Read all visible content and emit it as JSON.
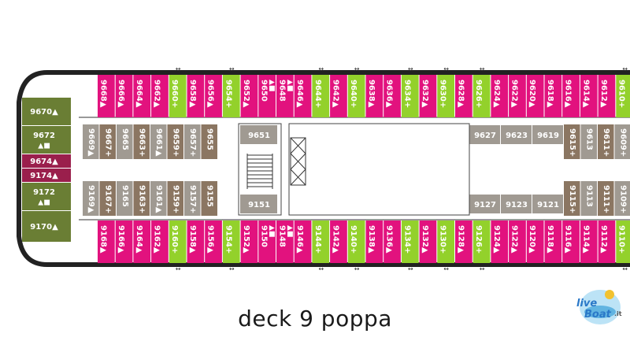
{
  "caption": "deck 9 poppa",
  "logo": {
    "text_live": "live",
    "text_boat": "Boat",
    "text_it": ".it"
  },
  "colors": {
    "pink": "#e2127e",
    "green": "#93d12b",
    "grey": "#a09a92",
    "brown": "#8b7662",
    "olive": "#6a7e34",
    "maroon": "#9a1f4c",
    "hull": "#222222"
  },
  "top_row": [
    {
      "label": "9668▲",
      "color": "pink"
    },
    {
      "label": "9666▲",
      "color": "pink"
    },
    {
      "label": "9664▲",
      "color": "pink"
    },
    {
      "label": "9662▲",
      "color": "pink"
    },
    {
      "label": "9660+",
      "color": "green"
    },
    {
      "label": "9658▲",
      "color": "pink"
    },
    {
      "label": "9656▲",
      "color": "pink"
    },
    {
      "label": "9654+",
      "color": "green"
    },
    {
      "label": "9652▲",
      "color": "pink"
    },
    {
      "label": "9650 ▲■",
      "color": "pink",
      "wide": true
    },
    {
      "label": "9648 ▲■",
      "color": "pink",
      "wide": true
    },
    {
      "label": "9646▲",
      "color": "pink"
    },
    {
      "label": "9644+",
      "color": "green"
    },
    {
      "label": "9642▲",
      "color": "pink"
    },
    {
      "label": "9640+",
      "color": "green"
    },
    {
      "label": "9638▲",
      "color": "pink"
    },
    {
      "label": "9636▲",
      "color": "pink"
    },
    {
      "label": "9634+",
      "color": "green"
    },
    {
      "label": "9632▲",
      "color": "pink"
    },
    {
      "label": "9630+",
      "color": "green"
    },
    {
      "label": "9628▲",
      "color": "pink"
    },
    {
      "label": "9626+",
      "color": "green"
    },
    {
      "label": "9624▲",
      "color": "pink"
    },
    {
      "label": "9622▲",
      "color": "pink"
    },
    {
      "label": "9620▲",
      "color": "pink"
    },
    {
      "label": "9618▲",
      "color": "pink"
    },
    {
      "label": "9616▲",
      "color": "pink"
    },
    {
      "label": "9614▲",
      "color": "pink"
    },
    {
      "label": "9612▲",
      "color": "pink"
    },
    {
      "label": "9610+",
      "color": "green"
    }
  ],
  "bottom_row": [
    {
      "label": "9168▲",
      "color": "pink"
    },
    {
      "label": "9166▲",
      "color": "pink"
    },
    {
      "label": "9164▲",
      "color": "pink"
    },
    {
      "label": "9162▲",
      "color": "pink"
    },
    {
      "label": "9160+",
      "color": "green"
    },
    {
      "label": "9158▲",
      "color": "pink"
    },
    {
      "label": "9156▲",
      "color": "pink"
    },
    {
      "label": "9154+",
      "color": "green"
    },
    {
      "label": "9152▲",
      "color": "pink"
    },
    {
      "label": "9150 ▲■",
      "color": "pink",
      "wide": true
    },
    {
      "label": "9148 ▲■",
      "color": "pink",
      "wide": true
    },
    {
      "label": "9146▲",
      "color": "pink"
    },
    {
      "label": "9144+",
      "color": "green"
    },
    {
      "label": "9142▲",
      "color": "pink"
    },
    {
      "label": "9140+",
      "color": "green"
    },
    {
      "label": "9138▲",
      "color": "pink"
    },
    {
      "label": "9136▲",
      "color": "pink"
    },
    {
      "label": "9134+",
      "color": "green"
    },
    {
      "label": "9132▲",
      "color": "pink"
    },
    {
      "label": "9130+",
      "color": "green"
    },
    {
      "label": "9128▲",
      "color": "pink"
    },
    {
      "label": "9126+",
      "color": "green"
    },
    {
      "label": "9124▲",
      "color": "pink"
    },
    {
      "label": "9122▲",
      "color": "pink"
    },
    {
      "label": "9120▲",
      "color": "pink"
    },
    {
      "label": "9118▲",
      "color": "pink"
    },
    {
      "label": "9116▲",
      "color": "pink"
    },
    {
      "label": "9114▲",
      "color": "pink"
    },
    {
      "label": "9112▲",
      "color": "pink"
    },
    {
      "label": "9110+",
      "color": "green"
    }
  ],
  "inner_top_left": [
    {
      "label": "9669▲",
      "color": "grey"
    },
    {
      "label": "9667+",
      "color": "brown"
    },
    {
      "label": "9665",
      "color": "grey"
    },
    {
      "label": "9663+",
      "color": "brown"
    },
    {
      "label": "9661▲",
      "color": "grey"
    },
    {
      "label": "9659+",
      "color": "brown"
    },
    {
      "label": "9657+",
      "color": "grey"
    },
    {
      "label": "9655",
      "color": "brown"
    }
  ],
  "inner_bottom_left": [
    {
      "label": "9169▲",
      "color": "grey"
    },
    {
      "label": "9167+",
      "color": "brown"
    },
    {
      "label": "9165",
      "color": "grey"
    },
    {
      "label": "9163+",
      "color": "brown"
    },
    {
      "label": "9161▲",
      "color": "grey"
    },
    {
      "label": "9159+",
      "color": "brown"
    },
    {
      "label": "9157+",
      "color": "grey"
    },
    {
      "label": "9155",
      "color": "brown"
    }
  ],
  "inner_top_right": [
    {
      "label": "9615+",
      "color": "brown"
    },
    {
      "label": "9613",
      "color": "grey"
    },
    {
      "label": "9611+",
      "color": "brown"
    },
    {
      "label": "9609+",
      "color": "grey"
    }
  ],
  "inner_bottom_right": [
    {
      "label": "9115+",
      "color": "brown"
    },
    {
      "label": "9113",
      "color": "grey"
    },
    {
      "label": "9111+",
      "color": "brown"
    },
    {
      "label": "9109+",
      "color": "grey"
    }
  ],
  "inner_horizontal": [
    {
      "label": "9651",
      "color": "grey"
    },
    {
      "label": "9151",
      "color": "grey"
    },
    {
      "label": "9627",
      "color": "grey"
    },
    {
      "label": "9623",
      "color": "grey"
    },
    {
      "label": "9619",
      "color": "grey"
    },
    {
      "label": "9127",
      "color": "grey"
    },
    {
      "label": "9123",
      "color": "grey"
    },
    {
      "label": "9121",
      "color": "grey"
    }
  ],
  "stern_cabins": [
    {
      "label": "9670▲",
      "color": "olive"
    },
    {
      "label": "9672",
      "sub": "▲■",
      "color": "olive"
    },
    {
      "label": "9674▲",
      "color": "maroon"
    },
    {
      "label": "9174▲",
      "color": "maroon"
    },
    {
      "label": "9172",
      "sub": "▲■",
      "color": "olive"
    },
    {
      "label": "9170▲",
      "color": "olive"
    }
  ]
}
